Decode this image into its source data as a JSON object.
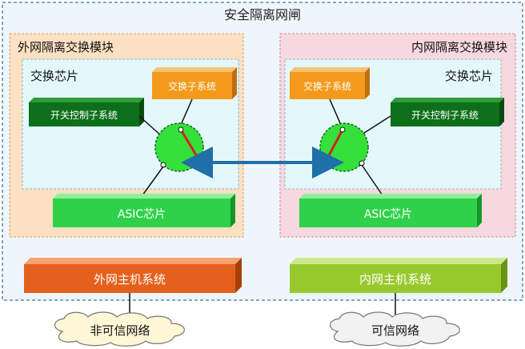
{
  "gateway": {
    "title": "安全隔离网闸"
  },
  "external_module": {
    "title": "外网隔离交换模块",
    "chip_label": "交换芯片",
    "switch_subsystem": "交换子系统",
    "switch_control_subsystem": "开关控制子系统",
    "asic": "ASIC芯片",
    "host": "外网主机系统",
    "network": "非可信网络"
  },
  "internal_module": {
    "title": "内网隔离交换模块",
    "chip_label": "交换芯片",
    "switch_subsystem": "交换子系统",
    "switch_control_subsystem": "开关控制子系统",
    "asic": "ASIC芯片",
    "host": "内网主机系统",
    "network": "可信网络"
  },
  "colors": {
    "outer_border": "#5a8ab0",
    "outer_fill": "#eef6fb",
    "external_fill": "#fbe0c2",
    "internal_fill": "#f7d8de",
    "chip_fill": "#e4f8fb",
    "orange_box": "#f39a1c",
    "dark_green_box": "#0d6f1a",
    "bright_green_box": "#2fd14a",
    "external_host": "#e4601c",
    "internal_host": "#98c92c",
    "switch_circle": "#35e03a",
    "arrow": "#1f6fa8",
    "needle": "#d42020"
  },
  "icons": [
    "switch-circle-icon",
    "needle-icon",
    "cloud-icon",
    "double-arrow-icon"
  ]
}
